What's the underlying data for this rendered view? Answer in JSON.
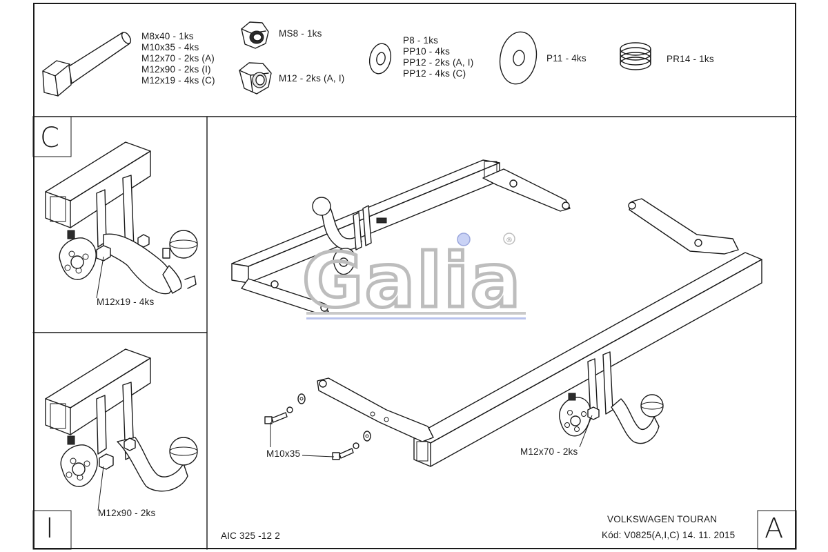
{
  "parts": {
    "bolt_list": [
      "M8x40 - 1ks",
      "M10x35 - 4ks",
      "M12x70 - 2ks (A)",
      "M12x90 - 2ks (I)",
      "M12x19 - 4ks (C)"
    ],
    "nut_ms8": "MS8 - 1ks",
    "nut_m12": "M12 - 2ks (A, I)",
    "washer_list": [
      "P8 - 1ks",
      "PP10 - 4ks",
      "PP12 - 2ks (A, I)",
      "PP12 - 4ks (C)"
    ],
    "washer_p11": "P11 - 4ks",
    "spring_pr14": "PR14 - 1ks"
  },
  "variants": {
    "c": {
      "letter": "C",
      "callout": "M12x19 - 4ks"
    },
    "i": {
      "letter": "I",
      "callout": "M12x90 - 2ks"
    },
    "a": {
      "letter": "A",
      "callout_bolt": "M10x35",
      "callout_ball": "M12x70 - 2ks"
    }
  },
  "logo": {
    "text": "Galia",
    "registered": "®",
    "color": "#c9c9c9",
    "accent": "#3a55c8"
  },
  "footer": {
    "drawing_no": "AIC 325 -12 2",
    "vehicle": "VOLKSWAGEN TOURAN",
    "code": "Kód: V0825(A,I,C)  14. 11. 2015"
  }
}
